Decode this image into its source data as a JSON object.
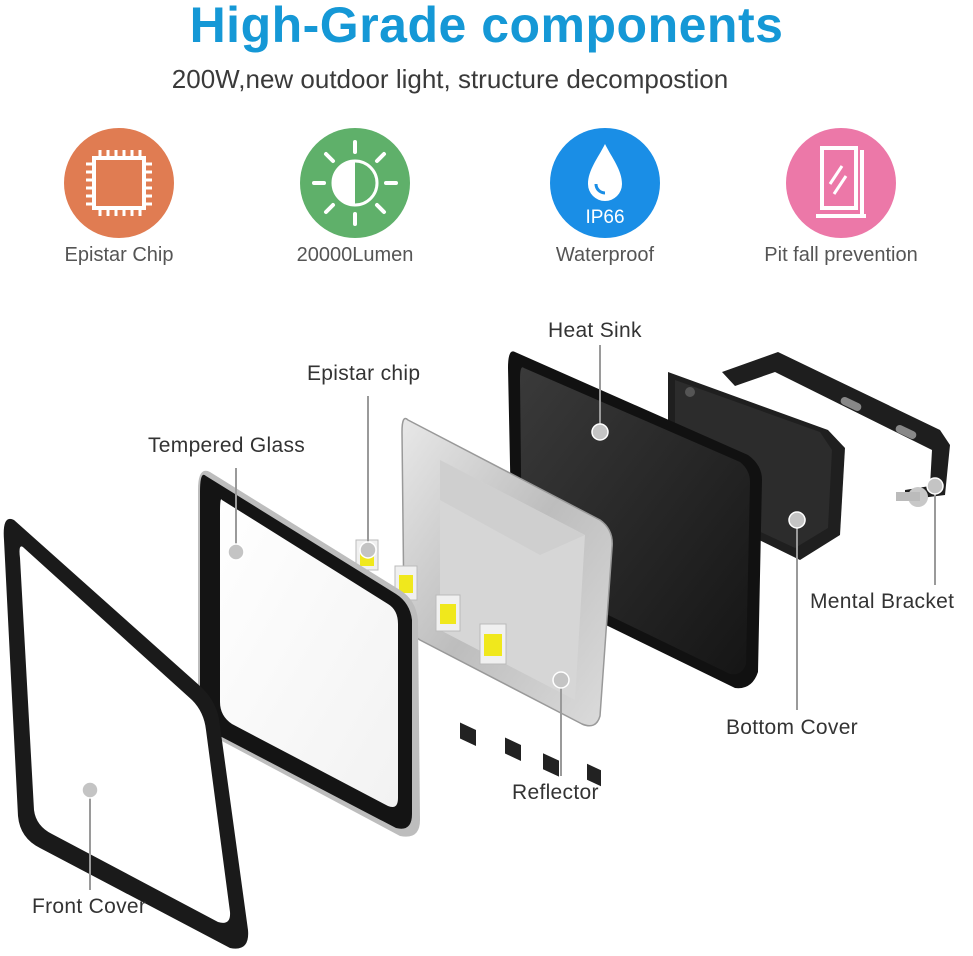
{
  "header": {
    "title": "High-Grade components",
    "subtitle": "200W,new outdoor light, structure decompostion"
  },
  "features": [
    {
      "label": "Epistar Chip",
      "icon": "chip-icon",
      "color": "#e07c52"
    },
    {
      "label": "20000Lumen",
      "icon": "sun-icon",
      "color": "#5fb06a"
    },
    {
      "label": "Waterproof",
      "icon": "water-drop-icon",
      "color": "#1a8ee6",
      "badge": "IP66"
    },
    {
      "label": "Pit fall prevention",
      "icon": "panel-icon",
      "color": "#ec78a8"
    }
  ],
  "parts": {
    "heat_sink": "Heat Sink",
    "epistar_chip": "Epistar chip",
    "tempered_glass": "Tempered Glass",
    "mental_bracket": "Mental Bracket",
    "bottom_cover": "Bottom Cover",
    "reflector": "Reflector",
    "front_cover": "Front Cover"
  }
}
